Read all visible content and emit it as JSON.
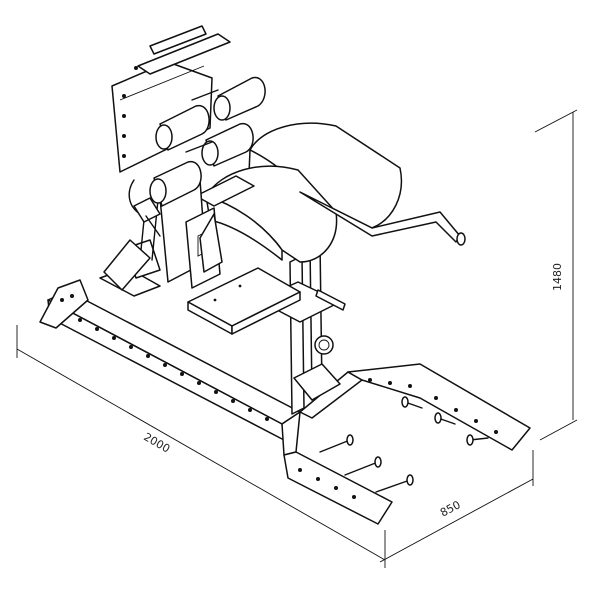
{
  "dimensions": {
    "length": "2000",
    "width": "850",
    "height": "1480"
  }
}
